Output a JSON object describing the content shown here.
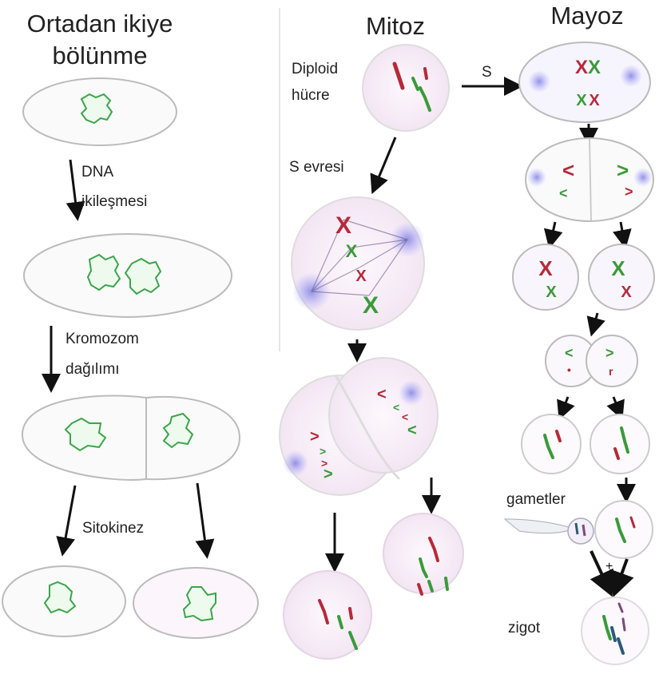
{
  "columns": {
    "binary_fission": {
      "title_line1": "Ortadan ikiye",
      "title_line2": "bölünme",
      "steps": [
        {
          "label_line1": "DNA",
          "label_line2": "ikileşmesi"
        },
        {
          "label_line1": "Kromozom",
          "label_line2": "dağılımı"
        },
        {
          "label_line1": "Sitokinez"
        }
      ]
    },
    "mitosis": {
      "title": "Mitoz",
      "start_label_line1": "Diploid",
      "start_label_line2": "hücre",
      "step_label": "S evresi"
    },
    "meiosis": {
      "title": "Mayoz",
      "arrow_label": "S",
      "gametes_label": "gametler",
      "fusion_symbol": "+",
      "zygote_label": "zigot"
    }
  },
  "colors": {
    "chromosome_red": "#b52a3a",
    "chromosome_green": "#3a9a3a",
    "chromosome_blue": "#2a5a7a",
    "dna_outline": "#3aa54a",
    "cell_outline": "#b8b8b8",
    "cell_fill_pink": "#f6eef6",
    "spindle": "#8a8ad8",
    "arrow": "#111111"
  }
}
